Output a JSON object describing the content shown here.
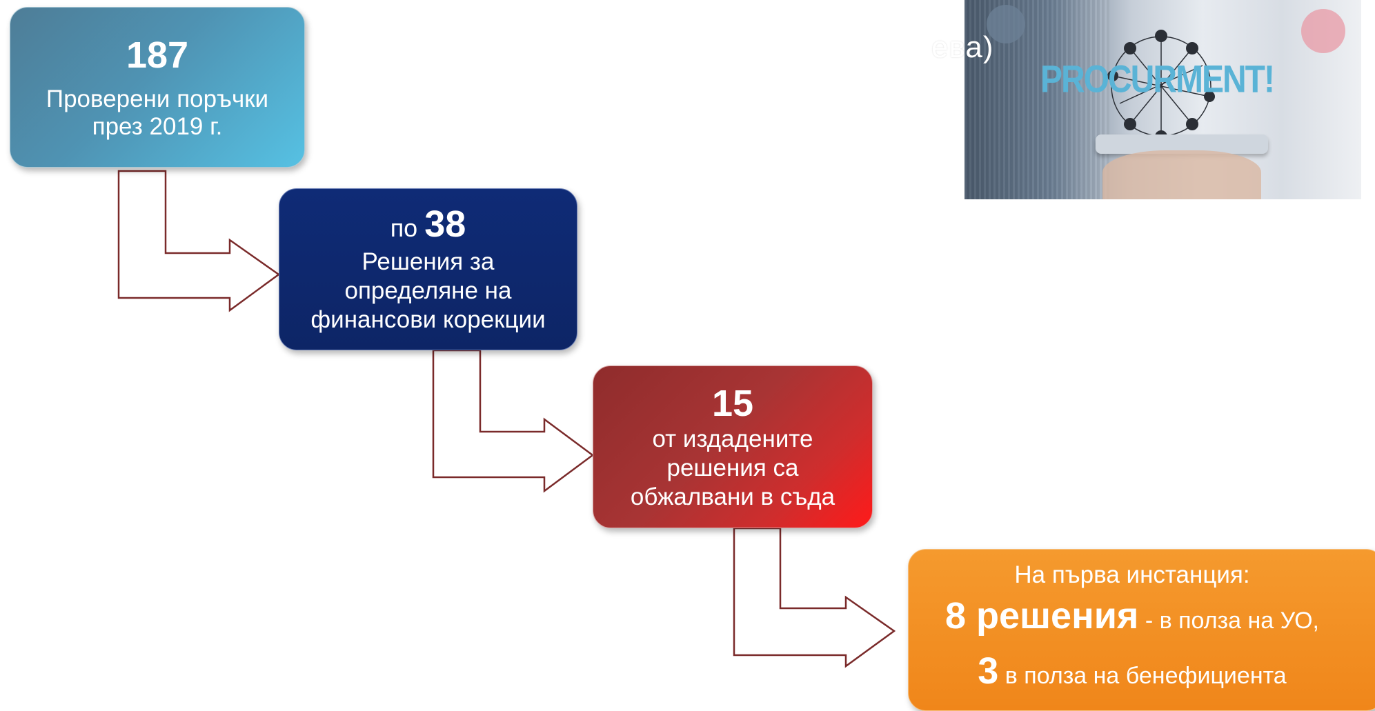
{
  "boxes": {
    "b1": {
      "number": "187",
      "text": "Проверени поръчки\nпрез 2019 г."
    },
    "b2": {
      "prefix": "по ",
      "number": "38",
      "text": "Решения за\nопределяне на\nфинансови корекции"
    },
    "b3": {
      "number": "15",
      "text": "от издадените\nрешения са\nобжалвани в съда"
    },
    "b4": {
      "line1": "На първа инстанция:",
      "count1": "8 решения",
      "tail1": " - в полза на УО,",
      "count2": "3",
      "tail2": " в полза на бенефициента"
    }
  },
  "overflow_text": "ева)",
  "photo": {
    "banner_text": "PROCURMENT!"
  },
  "colors": {
    "box1": "#4f93b3",
    "box2": "#0f2b76",
    "box3": "#a83434",
    "box4": "#f0861a",
    "arrow_stroke": "#7a2a2a"
  }
}
